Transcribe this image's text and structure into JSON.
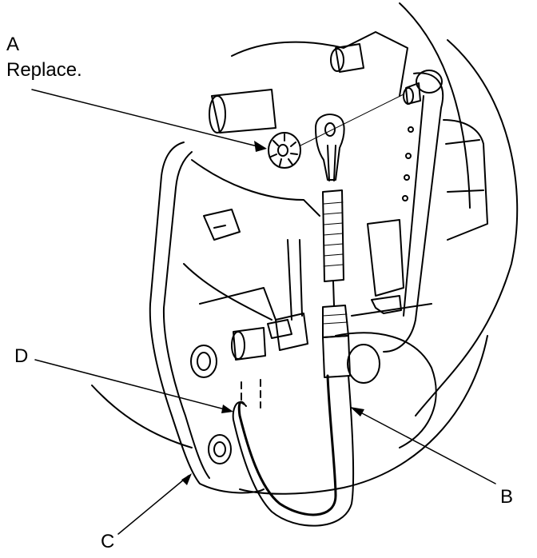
{
  "callouts": {
    "a": {
      "letter": "A",
      "note": "Replace."
    },
    "b": {
      "letter": "B"
    },
    "c": {
      "letter": "C"
    },
    "d": {
      "letter": "D"
    }
  },
  "colors": {
    "line": "#000000",
    "background": "#ffffff"
  }
}
